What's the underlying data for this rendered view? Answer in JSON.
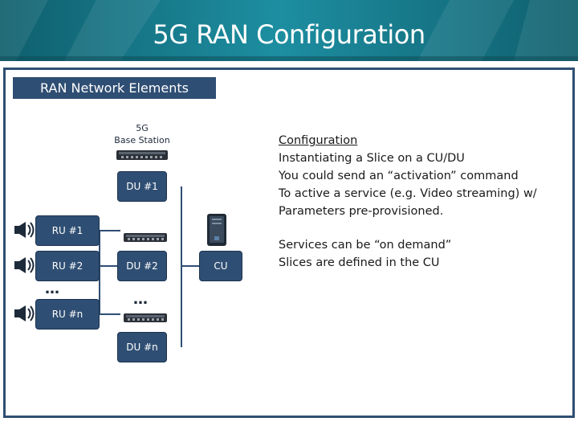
{
  "title": "5G RAN Configuration",
  "panel": {
    "tab_label": "RAN Network Elements"
  },
  "diagram": {
    "base_station_label_1": "5G",
    "base_station_label_2": "Base Station",
    "nodes": {
      "du1": "DU #1",
      "ru1": "RU #1",
      "ru2": "RU #2",
      "du2": "DU #2",
      "cu": "CU",
      "run": "RU #n",
      "dun": "DU #n"
    },
    "ellipsis": "…"
  },
  "notes": {
    "heading": "Configuration",
    "lines": [
      "Instantiating a Slice on a CU/DU",
      "You could send an “activation” command",
      "To active a service (e.g. Video streaming) w/",
      "Parameters pre-provisioned."
    ],
    "lines2": [
      "Services can be “on demand”",
      "Slices are defined in the CU"
    ]
  },
  "colors": {
    "header": "#1d8ea1",
    "node_fill": "#2f4e73",
    "line": "#2f4e73"
  }
}
